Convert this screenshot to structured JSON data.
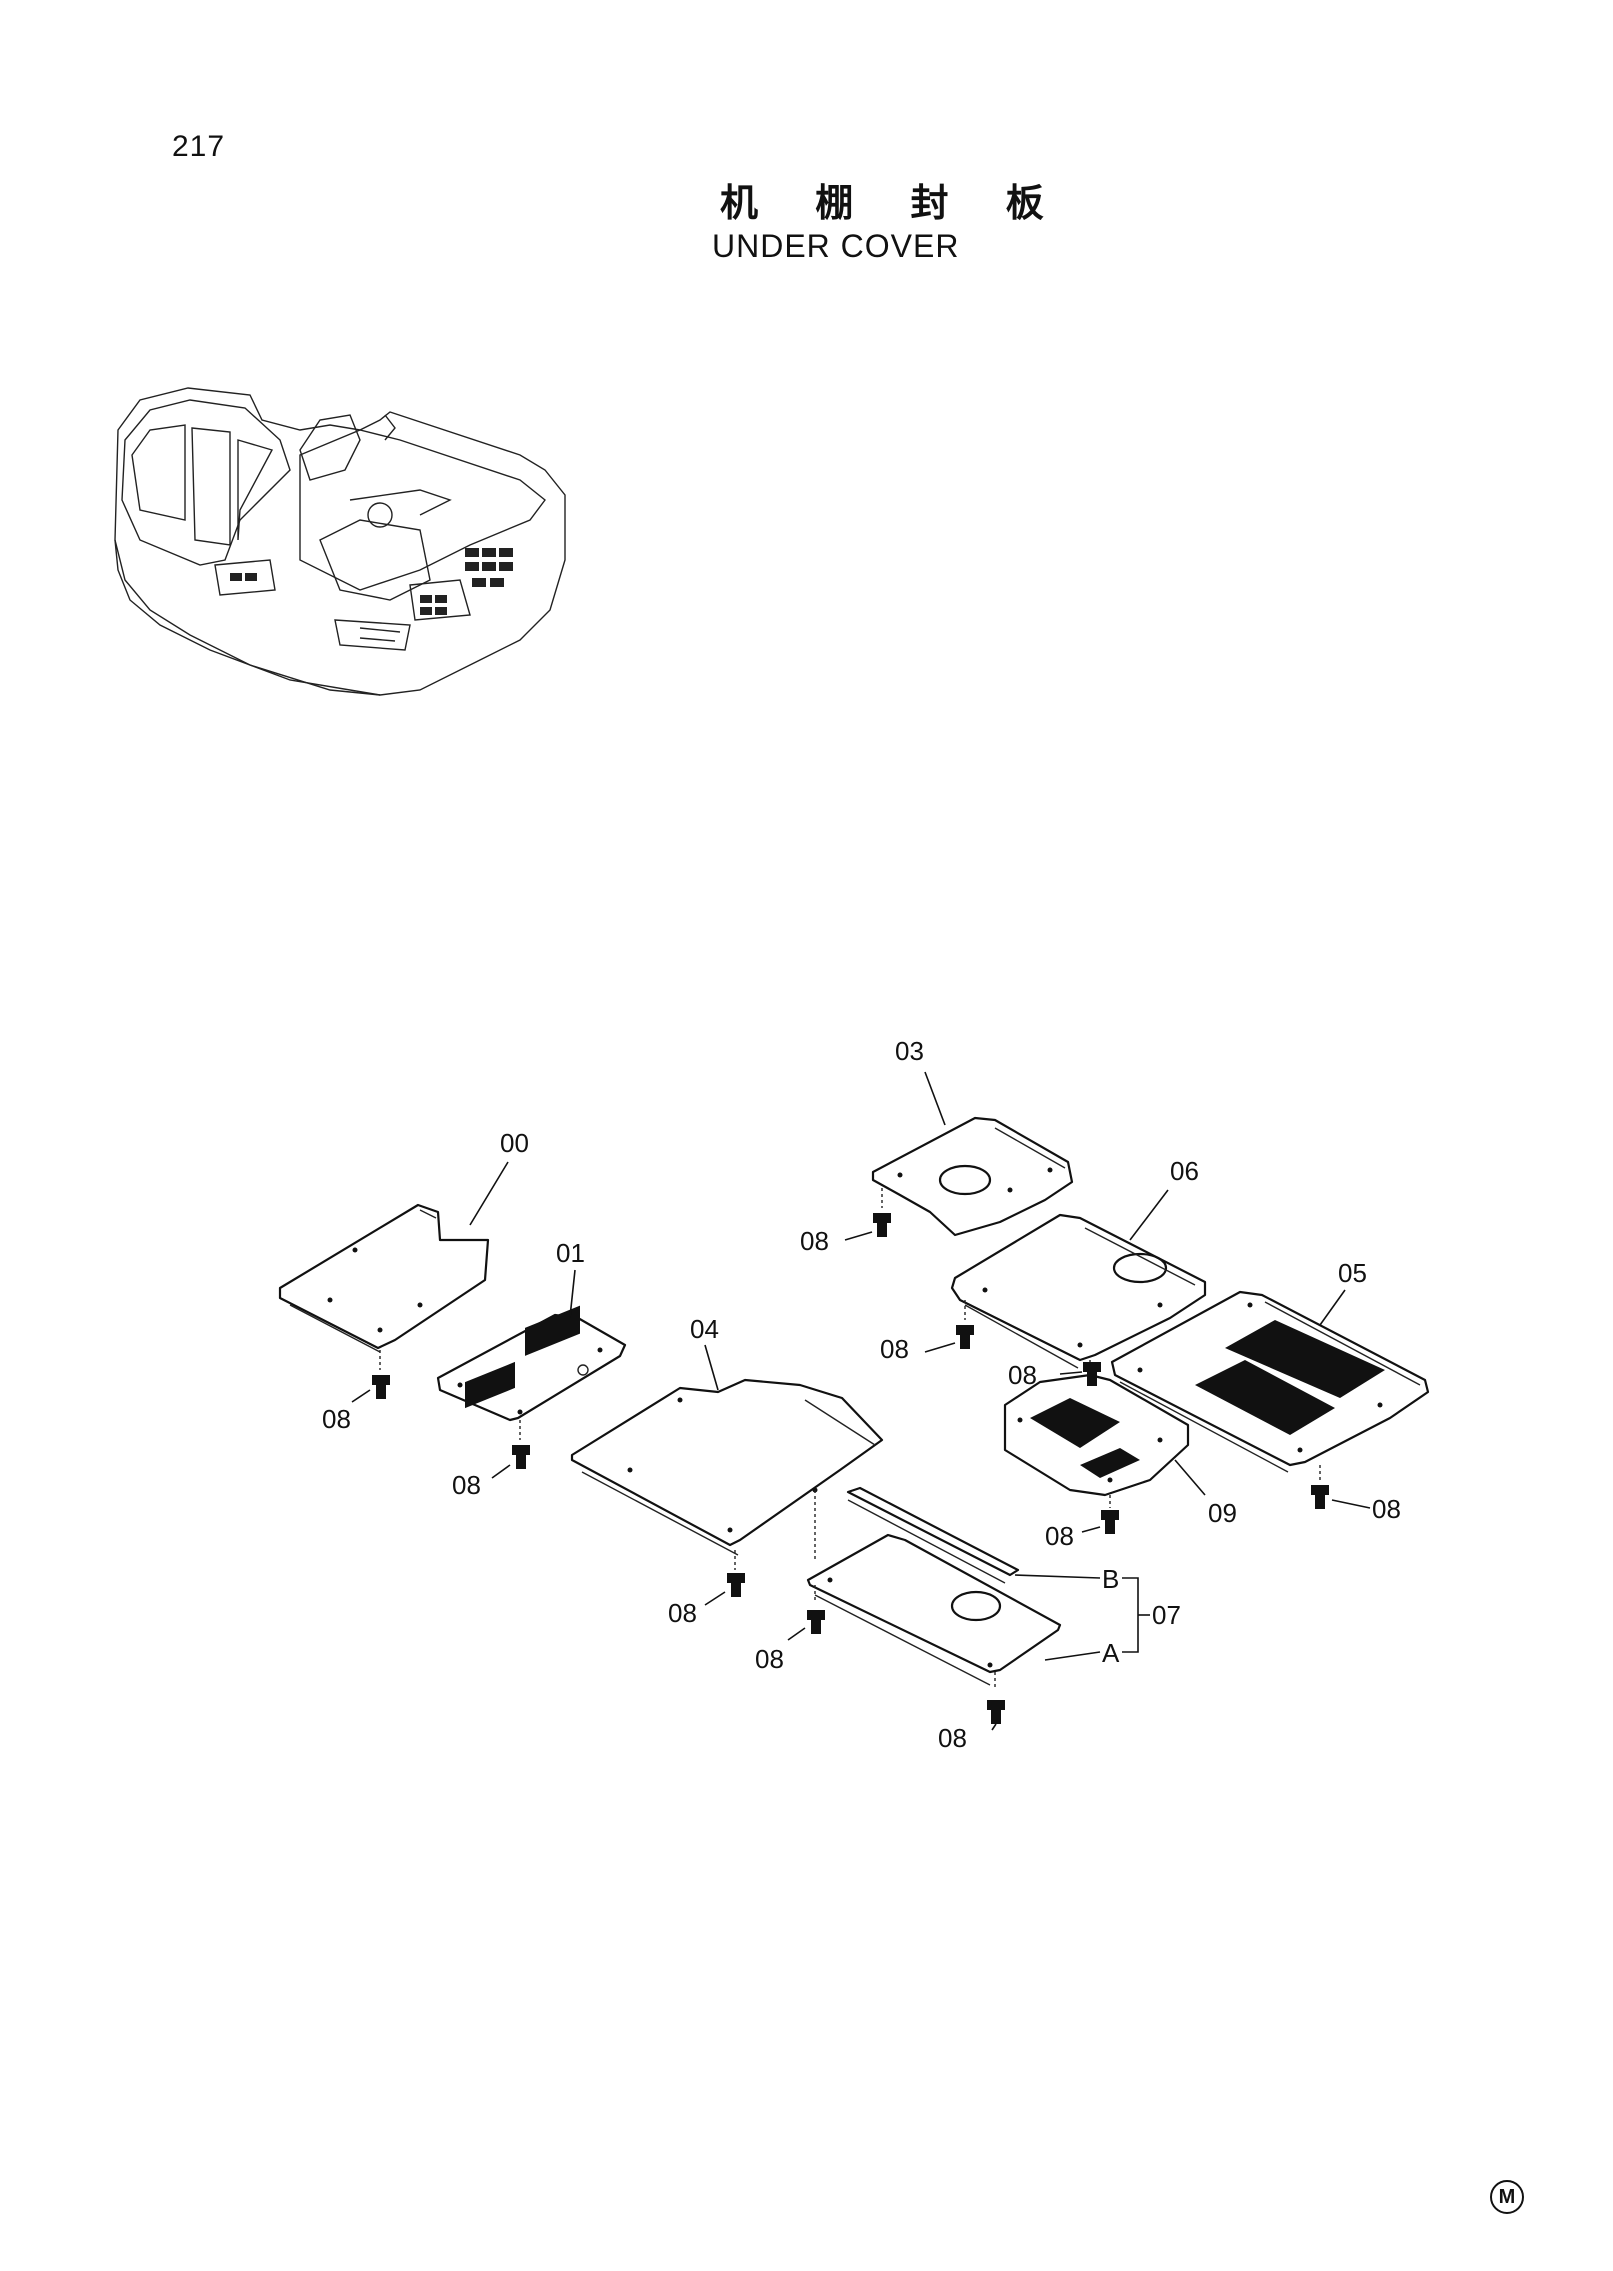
{
  "page_number": "217",
  "title_cn": "机 棚 封 板",
  "title_en": "UNDER COVER",
  "mark": "M",
  "callouts": {
    "c00": "00",
    "c01": "01",
    "c03": "03",
    "c04": "04",
    "c05": "05",
    "c06": "06",
    "c07": "07",
    "c09": "09",
    "bolt": "08",
    "sub_a": "A",
    "sub_b": "B"
  }
}
